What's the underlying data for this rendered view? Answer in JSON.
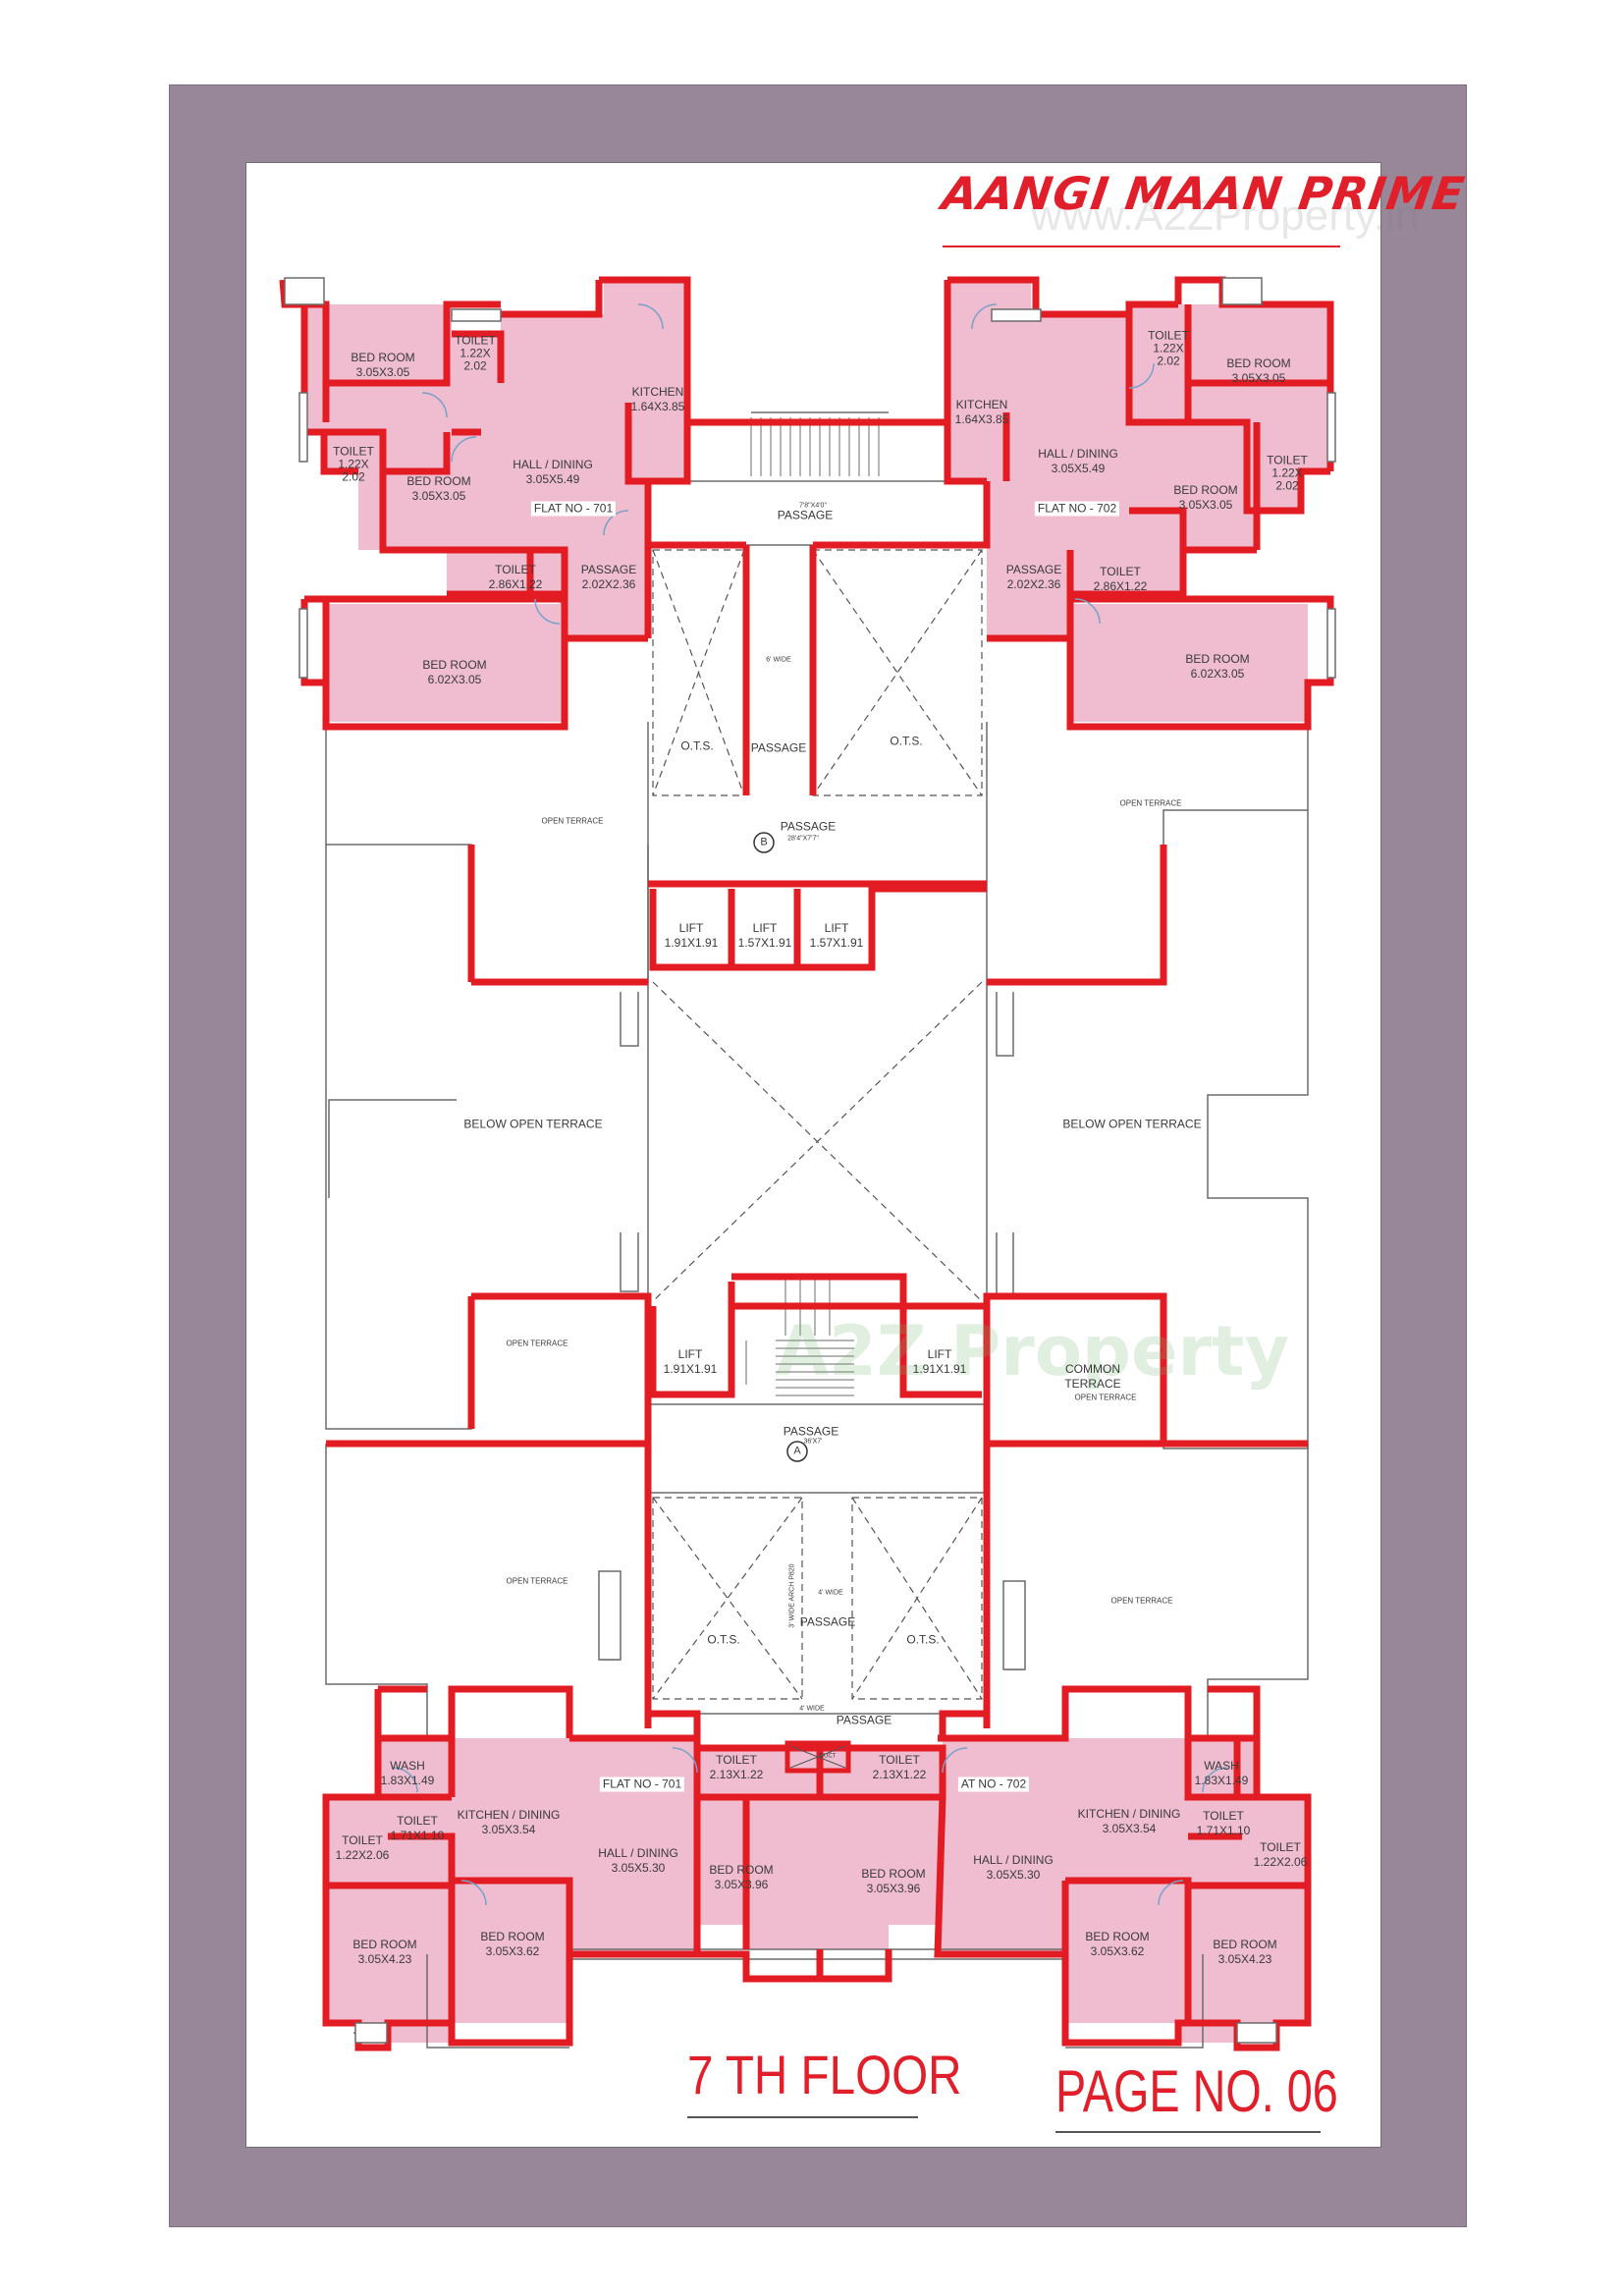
{
  "header": {
    "brand": "AANGI MAAN PRIME",
    "watermark": "www.A2ZProperty.in"
  },
  "watermark_lower": "A2Z Property",
  "footer": {
    "floor_title": "7 TH FLOOR",
    "page_number": "PAGE NO. 06"
  },
  "colors": {
    "wall": "#e31b23",
    "room_fill": "#efbcd0",
    "frame": "#978799",
    "accent_text": "#e01f2b"
  },
  "flats": {
    "f701_top": "FLAT NO - 701",
    "f702_top": "FLAT NO - 702",
    "f701_bottom": "FLAT NO - 701",
    "f702_bottom": "AT NO - 702"
  },
  "rooms": {
    "tl_bed1": "BED ROOM\n3.05X3.05",
    "tl_toilet1": "TOILET\n1.22X\n2.02",
    "tl_kitchen": "KITCHEN\n1.64X3.85",
    "tl_toilet2": "TOILET\n1.22X\n2.02",
    "tl_bed2": "BED ROOM\n3.05X3.05",
    "tl_hall": "HALL / DINING\n3.05X5.49",
    "tl_toilet3": "TOILET\n2.86X1.22",
    "tl_passage": "PASSAGE\n2.02X2.36",
    "tl_bed3": "BED ROOM\n6.02X3.05",
    "tr_kitchen": "KITCHEN\n1.64X3.85",
    "tr_toilet1": "TOILET\n1.22X\n2.02",
    "tr_bed1": "BED ROOM\n3.05X3.05",
    "tr_hall": "HALL / DINING\n3.05X5.49",
    "tr_bed2": "BED ROOM\n3.05X3.05",
    "tr_toilet2": "TOILET\n1.22X\n2.02",
    "tr_passage": "PASSAGE\n2.02X2.36",
    "tr_toilet3": "TOILET\n2.86X1.22",
    "tr_bed3": "BED ROOM\n6.02X3.05",
    "bl_wash": "WASH\n1.83X1.49",
    "bl_toilet1": "TOILET\n1.71X1.10",
    "bl_kitchen": "KITCHEN / DINING\n3.05X3.54",
    "bl_toilet2": "TOILET\n1.22X2.06",
    "bl_hall": "HALL / DINING\n3.05X5.30",
    "bl_bed1": "BED ROOM\n3.05X4.23",
    "bl_bed2": "BED ROOM\n3.05X3.62",
    "bl_toilet3": "TOILET\n2.13X1.22",
    "bl_bed3": "BED ROOM\n3.05X3.96",
    "br_toilet3": "TOILET\n2.13X1.22",
    "br_bed3": "BED ROOM\n3.05X3.96",
    "br_hall": "HALL / DINING\n3.05X5.30",
    "br_kitchen": "KITCHEN / DINING\n3.05X3.54",
    "br_wash": "WASH\n1.83X1.49",
    "br_toilet1": "TOILET\n1.71X1.10",
    "br_toilet2": "TOILET\n1.22X2.06",
    "br_bed2": "BED ROOM\n3.05X3.62",
    "br_bed1": "BED ROOM\n3.05X4.23"
  },
  "core": {
    "passage_top": "PASSAGE",
    "passage_top_dim": "7'8\"X4'0\"",
    "ots_1": "O.T.S.",
    "six_wide": "6' WIDE",
    "passage_mid": "PASSAGE",
    "ots_2": "O.T.S.",
    "passage_b": "PASSAGE",
    "passage_b_dim": "28'4\"X7'7\"",
    "marker_b": "B",
    "lift_1": "LIFT\n1.91X1.91",
    "lift_2": "LIFT\n1.57X1.91",
    "lift_3": "LIFT\n1.57X1.91",
    "lift_4": "LIFT\n1.91X1.91",
    "lift_5": "LIFT\n1.91X1.91",
    "passage_a": "PASSAGE",
    "passage_a_dim": "36'X7'",
    "marker_a": "A",
    "ots_3": "O.T.S.",
    "ots_4": "O.T.S.",
    "four_wide": "4' WIDE",
    "arch_note": "3' WIDE ARCH P820",
    "passage_low": "PASSAGE",
    "four_wide_2": "4' WIDE",
    "passage_bottom": "PASSAGE",
    "duct": "DUCT"
  },
  "terraces": {
    "open_tl": "OPEN TERRACE",
    "open_tr": "OPEN TERRACE",
    "below_l": "BELOW OPEN TERRACE",
    "below_r": "BELOW OPEN TERRACE",
    "open_ml": "OPEN TERRACE",
    "common": "COMMON\nTERRACE",
    "open_mr": "OPEN TERRACE",
    "open_bl": "OPEN TERRACE",
    "open_br": "OPEN TERRACE"
  }
}
